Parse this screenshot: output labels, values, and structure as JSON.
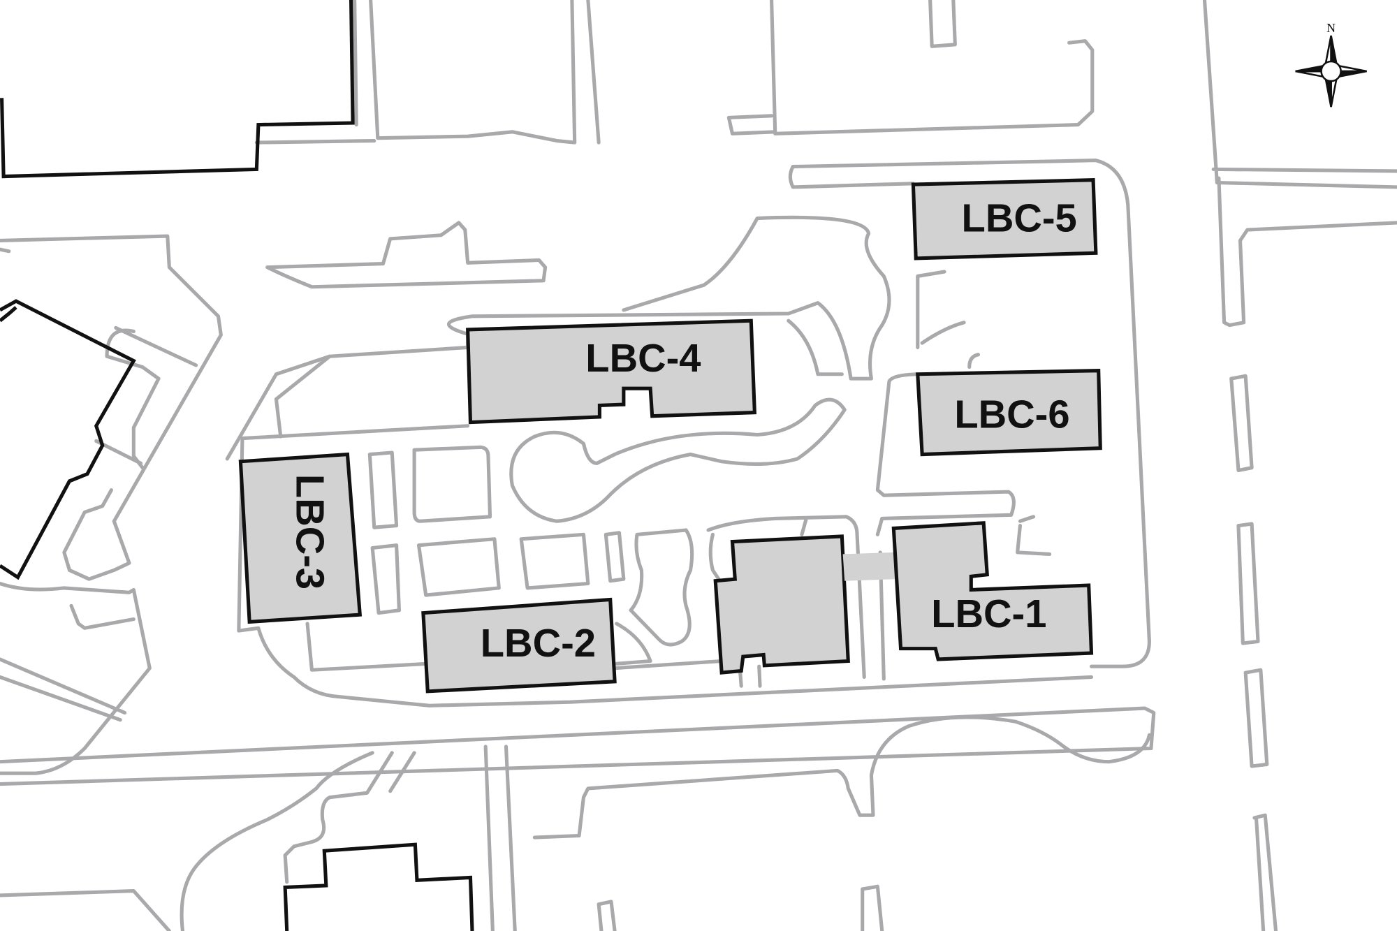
{
  "map": {
    "buildings": [
      {
        "id": "lbc-1",
        "label": "LBC-1"
      },
      {
        "id": "lbc-2",
        "label": "LBC-2"
      },
      {
        "id": "lbc-3",
        "label": "LBC-3"
      },
      {
        "id": "lbc-4",
        "label": "LBC-4"
      },
      {
        "id": "lbc-5",
        "label": "LBC-5"
      },
      {
        "id": "lbc-6",
        "label": "LBC-6"
      }
    ],
    "compass": {
      "north_label": "N"
    },
    "colors": {
      "building_fill": "#d2d2d3",
      "road_outline": "#a9a9ab",
      "building_outline": "#111111"
    }
  }
}
